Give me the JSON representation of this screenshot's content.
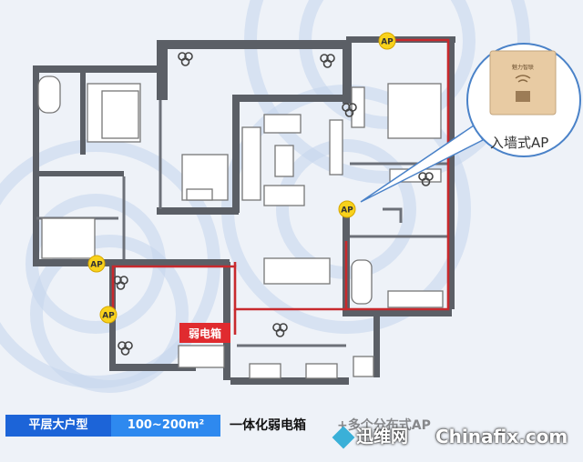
{
  "floorplan": {
    "ap_label": "AP",
    "weak_box_label": "弱电箱",
    "callout_label": "入墙式AP",
    "device_logo_text": "魅力智联"
  },
  "bottom_bar": {
    "tag_type": "平层大户型",
    "tag_area": "100~200m²",
    "tag_solution": "一体化弱电箱",
    "tag_more": "+多个分布式AP"
  },
  "watermark": {
    "site_cn": "迅维网",
    "site_en": "Chinafix.com"
  },
  "colors": {
    "ap_badge": "#f8d21c",
    "cable": "#c8292d",
    "weak_box": "#e02b2f",
    "tag_primary": "#1c64d8",
    "tag_secondary": "#2e89ef"
  }
}
